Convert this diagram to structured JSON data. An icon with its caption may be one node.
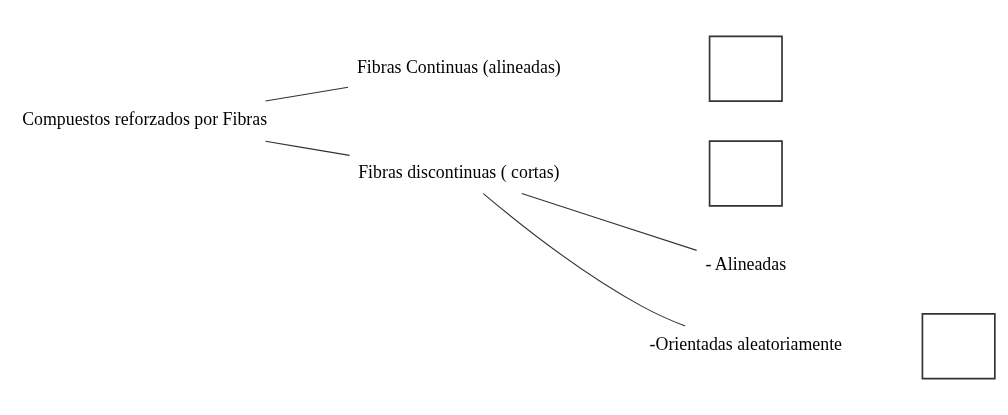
{
  "diagram": {
    "nodes": [
      {
        "text": [
          "Compuestos reforzados por Fibras"
        ]
      },
      {
        "text": [
          "Fibras Continuas (alineadas)"
        ]
      },
      {
        "text": [],
        "shape": "box"
      },
      {
        "text": [
          "Fibras discontinuas ( cortas)"
        ]
      },
      {
        "text": [],
        "shape": "box"
      },
      {
        "text": [
          "- Alineadas"
        ]
      },
      {
        "text": [
          "-Orientadas aleatoriamente"
        ]
      },
      {
        "text": [],
        "shape": "box"
      }
    ],
    "edges": [
      {
        "from": 0,
        "to": 1,
        "arrow": "none"
      },
      {
        "from": 0,
        "to": 3,
        "arrow": "none"
      },
      {
        "from": 3,
        "to": 5,
        "arrow": "none"
      },
      {
        "from": 3,
        "to": 6,
        "arrow": "none"
      }
    ]
  }
}
